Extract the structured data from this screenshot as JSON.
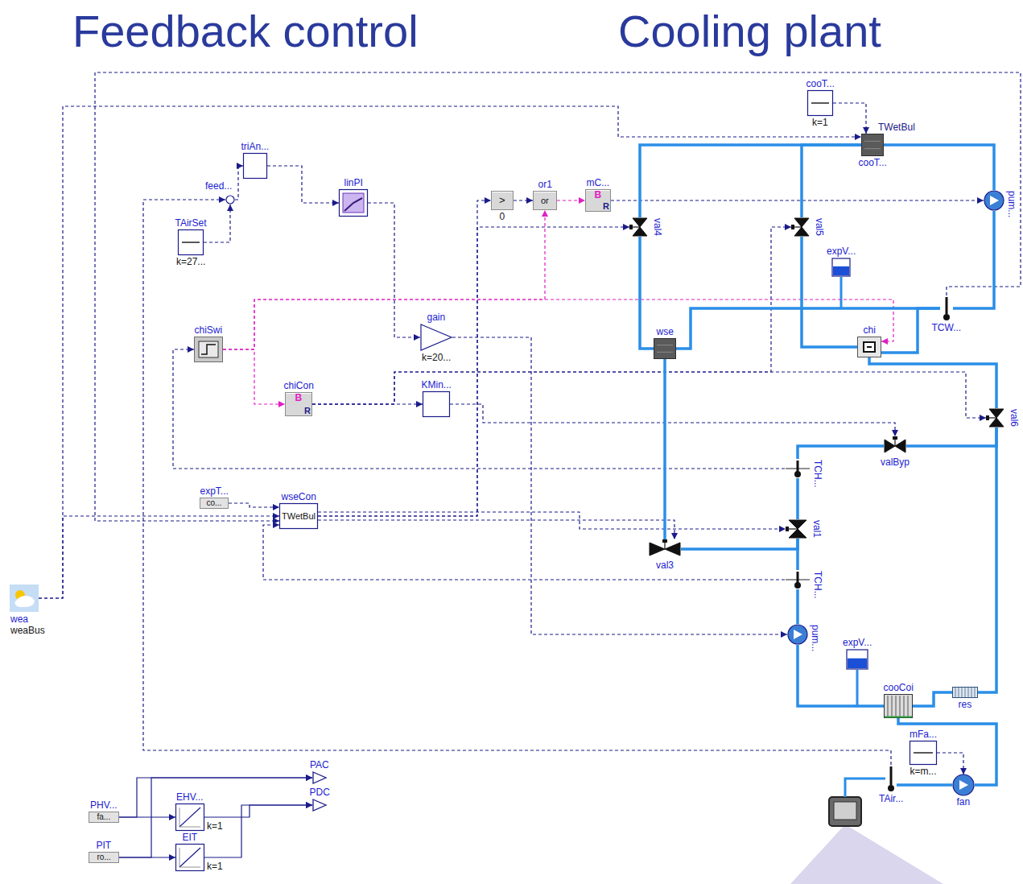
{
  "diagram": {
    "nodes": [
      {
        "text": [
          "cooT...",
          "k=1"
        ]
      },
      {
        "text": [
          "TWetBul",
          "cooT..."
        ]
      },
      {
        "text": [
          "pum..."
        ]
      },
      {
        "text": [
          "triAn..."
        ]
      },
      {
        "text": [
          "feed..."
        ]
      },
      {
        "text": [
          "TAirSet",
          "k=27..."
        ]
      },
      {
        "text": [
          "linPI"
        ]
      },
      {
        "text": [
          ">",
          "0"
        ]
      },
      {
        "text": [
          "or1",
          "or"
        ]
      },
      {
        "text": [
          "mC...",
          "B",
          "R"
        ]
      },
      {
        "text": [
          "val4"
        ]
      },
      {
        "text": [
          "val5"
        ]
      },
      {
        "text": [
          "expV..."
        ]
      },
      {
        "text": [
          "TCW..."
        ]
      },
      {
        "text": [
          "wse"
        ]
      },
      {
        "text": [
          "chi"
        ]
      },
      {
        "text": [
          "chiSwi"
        ]
      },
      {
        "text": [
          "gain",
          "k=20..."
        ]
      },
      {
        "text": [
          "chiCon",
          "B",
          "R"
        ]
      },
      {
        "text": [
          "KMin..."
        ]
      },
      {
        "text": [
          "val6"
        ]
      },
      {
        "text": [
          "valByp"
        ]
      },
      {
        "text": [
          "TCH..."
        ]
      },
      {
        "text": [
          "expT...",
          "co..."
        ]
      },
      {
        "text": [
          "wseCon",
          "TWetBul"
        ]
      },
      {
        "text": [
          "val1"
        ]
      },
      {
        "text": [
          "val3"
        ]
      },
      {
        "text": [
          "TCH..."
        ]
      },
      {
        "text": [
          "pum..."
        ]
      },
      {
        "text": [
          "expV..."
        ]
      },
      {
        "text": [
          "cooCoi"
        ]
      },
      {
        "text": [
          "res"
        ]
      },
      {
        "text": [
          "mFa...",
          "k=m..."
        ]
      },
      {
        "text": [
          "TAir..."
        ]
      },
      {
        "text": [
          "fan"
        ]
      },
      {
        "text": [
          "wea",
          "weaBus"
        ]
      },
      {
        "text": [
          "PAC"
        ]
      },
      {
        "text": [
          "PDC"
        ]
      },
      {
        "text": [
          "PHV...",
          "fa..."
        ]
      },
      {
        "text": [
          "EHV...",
          "k=1"
        ]
      },
      {
        "text": [
          "PIT",
          "ro..."
        ]
      },
      {
        "text": [
          "EIT",
          "k=1"
        ]
      }
    ],
    "edges": [
      {
        "from": 5,
        "to": 4,
        "arrow": "to"
      },
      {
        "from": 4,
        "to": 3,
        "arrow": "to"
      },
      {
        "from": 3,
        "to": 6,
        "arrow": "to"
      },
      {
        "from": 6,
        "to": 17,
        "arrow": "to"
      },
      {
        "from": 33,
        "to": 4,
        "arrow": "to"
      },
      {
        "from": 16,
        "to": 18,
        "arrow": "to"
      },
      {
        "from": 16,
        "to": 8,
        "arrow": "to"
      },
      {
        "from": 16,
        "to": 15,
        "arrow": "to"
      },
      {
        "from": 8,
        "to": 9,
        "arrow": "to"
      },
      {
        "from": 7,
        "to": 8,
        "arrow": "to"
      },
      {
        "from": 9,
        "to": 2,
        "arrow": "to"
      },
      {
        "from": 18,
        "to": 19,
        "arrow": "to"
      },
      {
        "from": 19,
        "to": 21,
        "arrow": "to"
      },
      {
        "from": 18,
        "to": 20,
        "arrow": "to"
      },
      {
        "from": 18,
        "to": 11,
        "arrow": "to"
      },
      {
        "from": 24,
        "to": 25,
        "arrow": "to"
      },
      {
        "from": 24,
        "to": 26,
        "arrow": "to"
      },
      {
        "from": 24,
        "to": 7,
        "arrow": "to"
      },
      {
        "from": 27,
        "to": 24,
        "arrow": "to"
      },
      {
        "from": 23,
        "to": 24,
        "arrow": "to"
      },
      {
        "from": 35,
        "to": 24,
        "arrow": "to"
      },
      {
        "from": 35,
        "to": 1,
        "arrow": "to"
      },
      {
        "from": 0,
        "to": 1,
        "arrow": "to"
      },
      {
        "from": 13,
        "to": 24,
        "arrow": "to"
      },
      {
        "from": 22,
        "to": 16,
        "arrow": "to"
      },
      {
        "from": 17,
        "to": 28,
        "arrow": "to"
      },
      {
        "from": 24,
        "to": 10,
        "arrow": "to"
      },
      {
        "from": 32,
        "to": 34,
        "arrow": "to"
      },
      {
        "from": 38,
        "to": 39,
        "arrow": "to"
      },
      {
        "from": 40,
        "to": 41,
        "arrow": "to"
      },
      {
        "from": 38,
        "to": 36,
        "arrow": "to"
      },
      {
        "from": 40,
        "to": 36,
        "arrow": "to"
      },
      {
        "from": 39,
        "to": 37,
        "arrow": "to"
      },
      {
        "from": 41,
        "to": 37,
        "arrow": "to"
      },
      {
        "from": 10,
        "to": 1,
        "arrow": "none"
      },
      {
        "from": 11,
        "to": 1,
        "arrow": "none"
      },
      {
        "from": 1,
        "to": 2,
        "arrow": "none"
      },
      {
        "from": 2,
        "to": 13,
        "arrow": "none"
      },
      {
        "from": 13,
        "to": 15,
        "arrow": "none"
      },
      {
        "from": 13,
        "to": 14,
        "arrow": "none"
      },
      {
        "from": 10,
        "to": 14,
        "arrow": "none"
      },
      {
        "from": 11,
        "to": 15,
        "arrow": "none"
      },
      {
        "from": 15,
        "to": 20,
        "arrow": "none"
      },
      {
        "from": 14,
        "to": 26,
        "arrow": "none"
      },
      {
        "from": 20,
        "to": 21,
        "arrow": "none"
      },
      {
        "from": 21,
        "to": 22,
        "arrow": "none"
      },
      {
        "from": 22,
        "to": 25,
        "arrow": "none"
      },
      {
        "from": 26,
        "to": 25,
        "arrow": "none"
      },
      {
        "from": 25,
        "to": 27,
        "arrow": "none"
      },
      {
        "from": 27,
        "to": 28,
        "arrow": "none"
      },
      {
        "from": 28,
        "to": 30,
        "arrow": "none"
      },
      {
        "from": 30,
        "to": 31,
        "arrow": "none"
      },
      {
        "from": 31,
        "to": 20,
        "arrow": "none"
      },
      {
        "from": 34,
        "to": 30,
        "arrow": "none"
      },
      {
        "from": 33,
        "to": 34,
        "arrow": "none"
      }
    ],
    "labels": [
      "Feedback control",
      "Cooling plant"
    ]
  }
}
